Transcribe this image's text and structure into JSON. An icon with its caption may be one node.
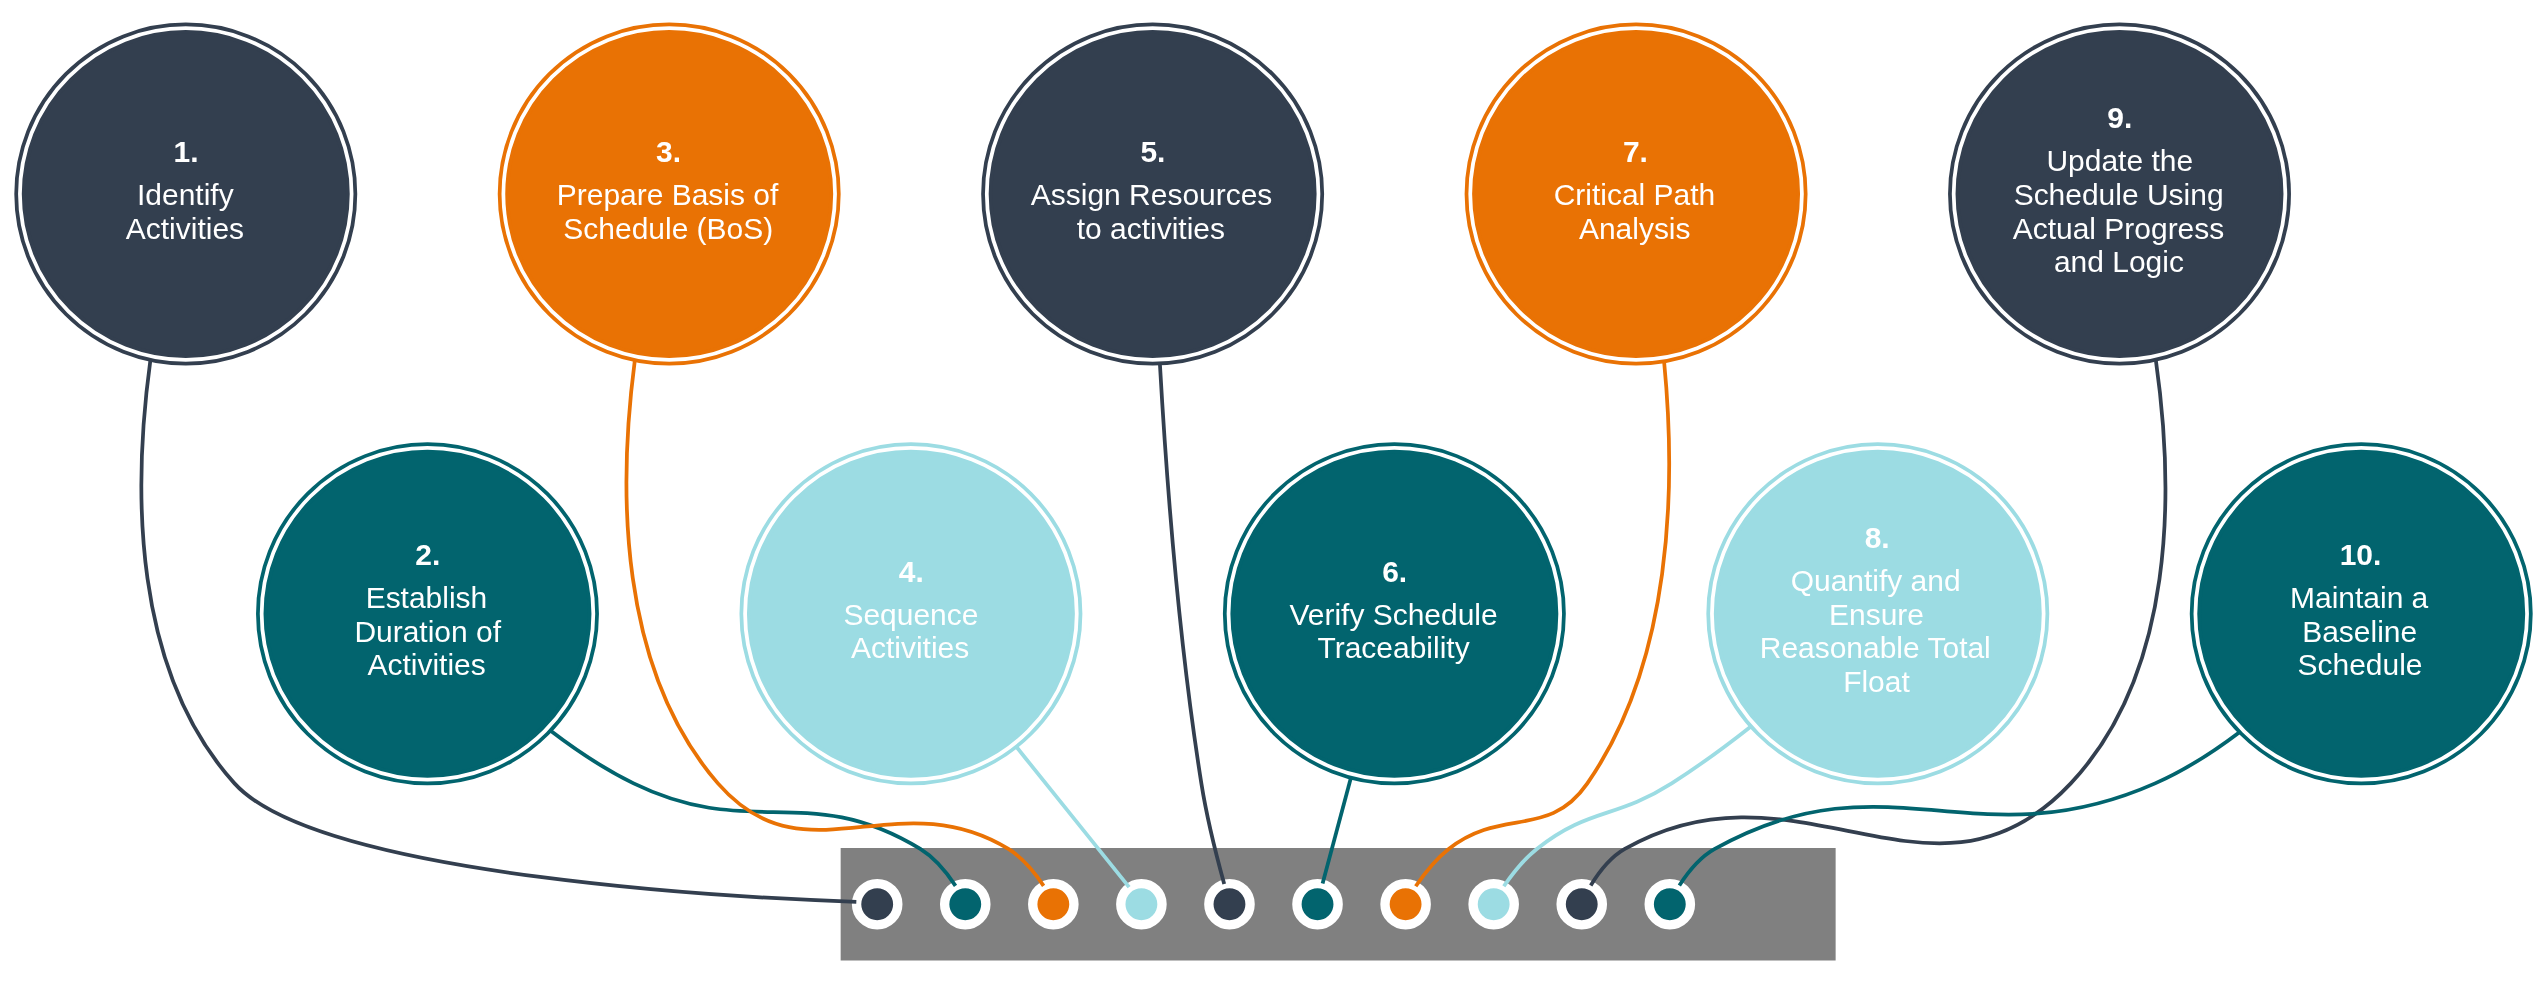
{
  "diagram": {
    "nodes": [
      {
        "text": [
          "1.",
          "Identify Activities"
        ]
      },
      {
        "text": [
          "2.",
          "Establish Duration of Activities"
        ]
      },
      {
        "text": [
          "3.",
          "Prepare Basis of Schedule (BoS)"
        ]
      },
      {
        "text": [
          "4.",
          "Sequence Activities"
        ]
      },
      {
        "text": [
          "5.",
          "Assign Resources to activities"
        ]
      },
      {
        "text": [
          "6.",
          "Verify Schedule Traceability"
        ]
      },
      {
        "text": [
          "7.",
          "Critical Path Analysis"
        ]
      },
      {
        "text": [
          "8.",
          "Quantify and Ensure Reasonable Total Float"
        ]
      },
      {
        "text": [
          "9.",
          "Update the Schedule Using Actual Progress and Logic"
        ]
      },
      {
        "text": [
          "10.",
          "Maintain a Baseline Schedule"
        ]
      },
      {
        "text": [],
        "shape": "arrow"
      },
      {
        "text": [],
        "shape": "circle",
        "in": 10
      },
      {
        "text": [],
        "shape": "circle",
        "in": 10
      },
      {
        "text": [],
        "shape": "circle",
        "in": 10
      },
      {
        "text": [],
        "shape": "circle",
        "in": 10
      },
      {
        "text": [],
        "shape": "circle",
        "in": 10
      },
      {
        "text": [],
        "shape": "circle",
        "in": 10
      },
      {
        "text": [],
        "shape": "circle",
        "in": 10
      },
      {
        "text": [],
        "shape": "circle",
        "in": 10
      },
      {
        "text": [],
        "shape": "circle",
        "in": 10
      },
      {
        "text": [],
        "shape": "circle",
        "in": 10
      }
    ],
    "edges": [
      {
        "from": 0,
        "to": 11,
        "arrow": "none",
        "color": "#333f4f"
      },
      {
        "from": 1,
        "to": 12,
        "arrow": "none",
        "color": "#02646e"
      },
      {
        "from": 2,
        "to": 13,
        "arrow": "none",
        "color": "#e97204"
      },
      {
        "from": 3,
        "to": 14,
        "arrow": "none",
        "color": "#9cdce3"
      },
      {
        "from": 4,
        "to": 15,
        "arrow": "none",
        "color": "#333f4f"
      },
      {
        "from": 5,
        "to": 16,
        "arrow": "none",
        "color": "#02646e"
      },
      {
        "from": 6,
        "to": 17,
        "arrow": "none",
        "color": "#e97204"
      },
      {
        "from": 7,
        "to": 18,
        "arrow": "none",
        "color": "#9cdce3"
      },
      {
        "from": 8,
        "to": 19,
        "arrow": "none",
        "color": "#333f4f"
      },
      {
        "from": 9,
        "to": 20,
        "arrow": "none",
        "color": "#02646e"
      }
    ]
  }
}
